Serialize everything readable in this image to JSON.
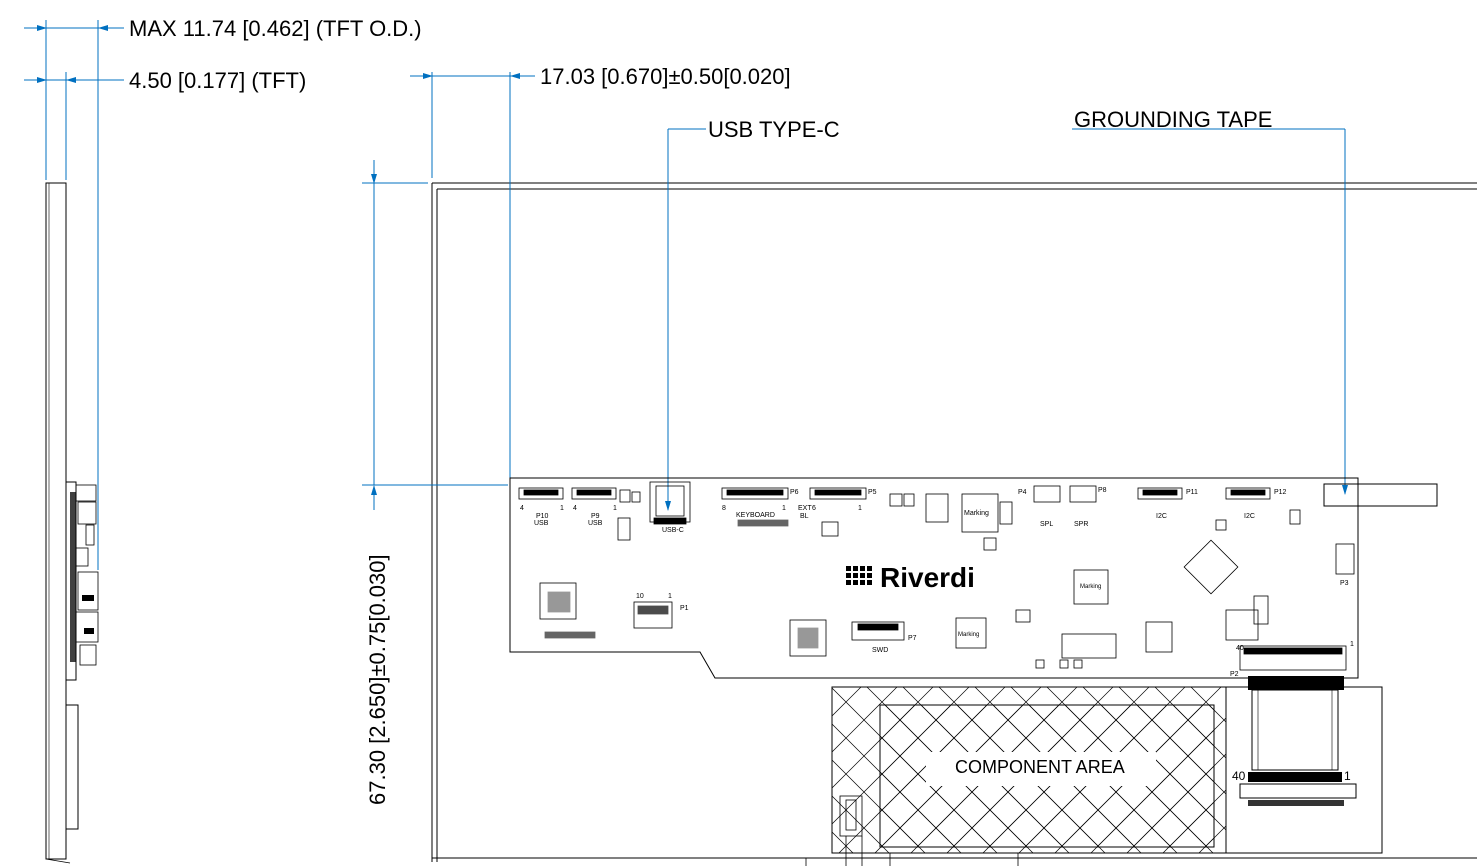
{
  "dimensions": {
    "max_od": "MAX 11.74 [0.462] (TFT O.D.)",
    "tft": "4.50 [0.177] (TFT)",
    "pcb_offset": "17.03 [0.670]±0.50[0.020]",
    "height": "67.30 [2.650]±0.75[0.030]"
  },
  "callouts": {
    "usb": "USB TYPE-C",
    "grounding": "GROUNDING TAPE",
    "component_area": "COMPONENT AREA"
  },
  "brand": "Riverdi",
  "connectors": {
    "p10": "P10",
    "usb": "USB",
    "p9": "P9",
    "usb2": "USB",
    "usbc": "USB-C",
    "p6": "P6",
    "keyboard": "KEYBOARD",
    "p5": "P5",
    "ext": "EXT",
    "bl": "BL",
    "p4": "P4",
    "spl": "SPL",
    "p8": "P8",
    "spr": "SPR",
    "p11": "P11",
    "i2c": "I2C",
    "p12": "P12",
    "i2c2": "I2C",
    "p3": "P3",
    "p1": "P1",
    "p7": "P7",
    "swd": "SWD",
    "p2": "P2",
    "marking": "Marking"
  },
  "pins": {
    "n4": "4",
    "n1": "1",
    "n8": "8",
    "n6": "6",
    "n10": "10",
    "n40": "40"
  },
  "colors": {
    "dimension_line": "#0070c0",
    "outline": "#000000",
    "background": "#ffffff"
  }
}
